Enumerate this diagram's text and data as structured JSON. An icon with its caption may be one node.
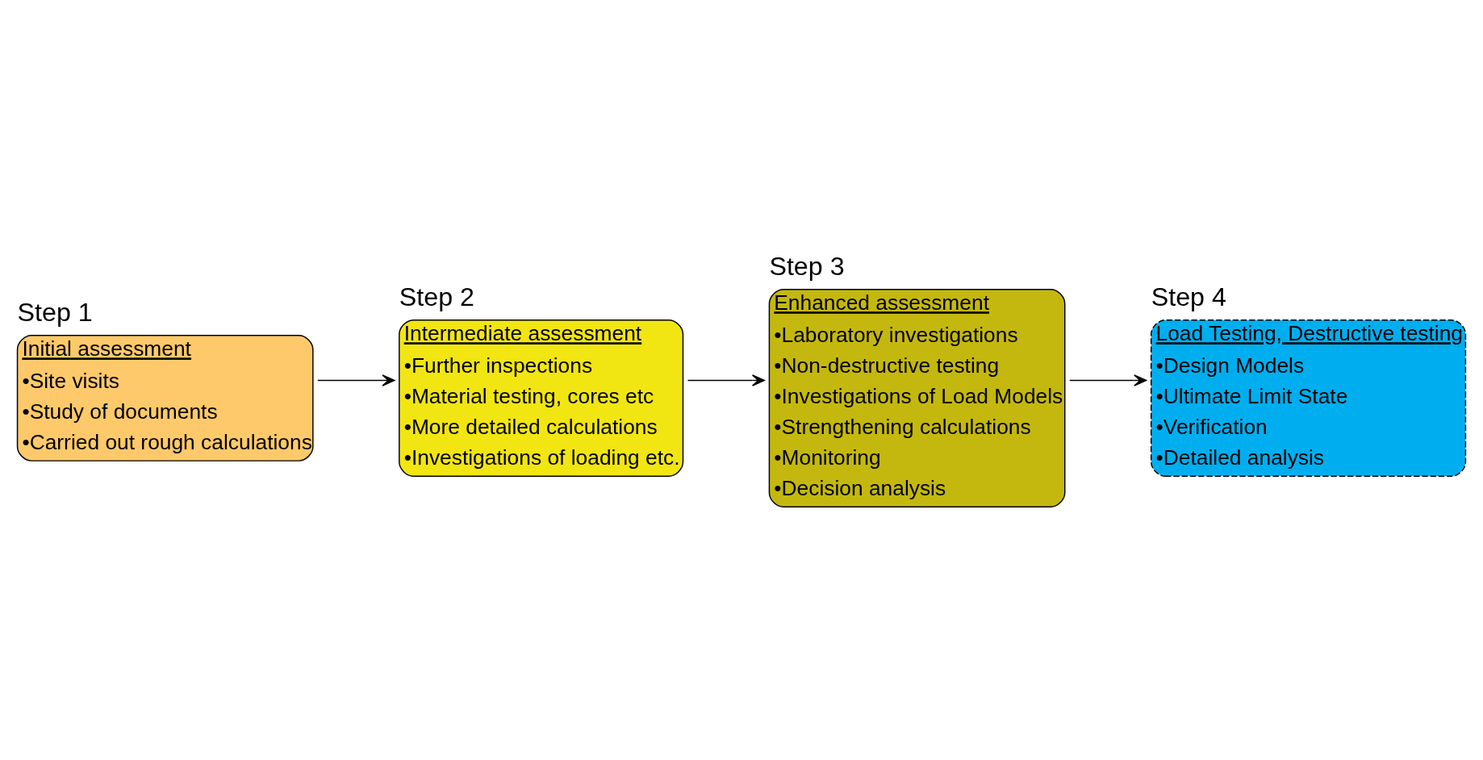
{
  "diagram": {
    "nodes": [
      {
        "text": [
          "Step 1",
          "Initial assessment",
          "•Site visits",
          "•Study of documents",
          "•Carried out rough calculations"
        ]
      },
      {
        "text": [
          "Step 2",
          "Intermediate assessment",
          "•Further inspections",
          "•Material testing, cores etc",
          "•More detailed calculations",
          "•Investigations of loading etc."
        ]
      },
      {
        "text": [
          "Step 3",
          "Enhanced assessment",
          "•Laboratory investigations",
          "•Non-destructive testing",
          "•Investigations of Load Models",
          "•Strengthening calculations",
          "•Monitoring",
          "•Decision analysis"
        ]
      },
      {
        "text": [
          "Step 4",
          "Load Testing, Destructive testing",
          "•Design Models",
          "•Ultimate Limit State",
          "•Verification",
          "•Detailed analysis"
        ]
      }
    ],
    "edges": [
      {
        "from": 0,
        "to": 1,
        "arrow": "to"
      },
      {
        "from": 1,
        "to": 2,
        "arrow": "to"
      },
      {
        "from": 2,
        "to": 3,
        "arrow": "to"
      }
    ]
  }
}
